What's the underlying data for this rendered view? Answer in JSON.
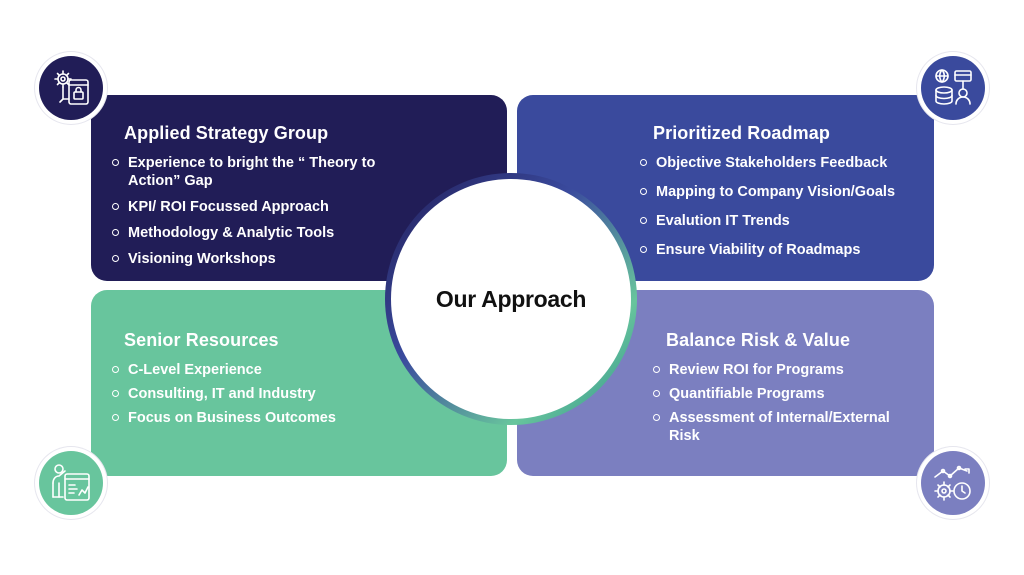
{
  "center": {
    "title": "Our Approach"
  },
  "quadrants": {
    "top_left": {
      "title": "Applied Strategy Group",
      "items": [
        "Experience to bright  the “ Theory to Action” Gap",
        "KPI/ ROI Focussed Approach",
        "Methodology & Analytic Tools",
        "Visioning Workshops"
      ],
      "icon": "gear-lock-icon"
    },
    "top_right": {
      "title": "Prioritized Roadmap",
      "items": [
        "Objective Stakeholders Feedback",
        "Mapping to Company Vision/Goals",
        "Evalution IT Trends",
        "Ensure Viability of Roadmaps"
      ],
      "icon": "network-database-icon"
    },
    "bottom_left": {
      "title": "Senior Resources",
      "items": [
        "C-Level Experience",
        "Consulting, IT and Industry",
        "Focus on Business Outcomes"
      ],
      "icon": "presenter-dashboard-icon"
    },
    "bottom_right": {
      "title": "Balance Risk & Value",
      "items": [
        "Review ROI for Programs",
        "Quantifiable Programs",
        "Assessment of Internal/External Risk"
      ],
      "icon": "chart-gear-clock-icon"
    }
  },
  "colors": {
    "top_left": "#211d57",
    "top_right": "#3a4a9d",
    "bottom_left": "#68c59d",
    "bottom_right": "#7b7fc0"
  }
}
